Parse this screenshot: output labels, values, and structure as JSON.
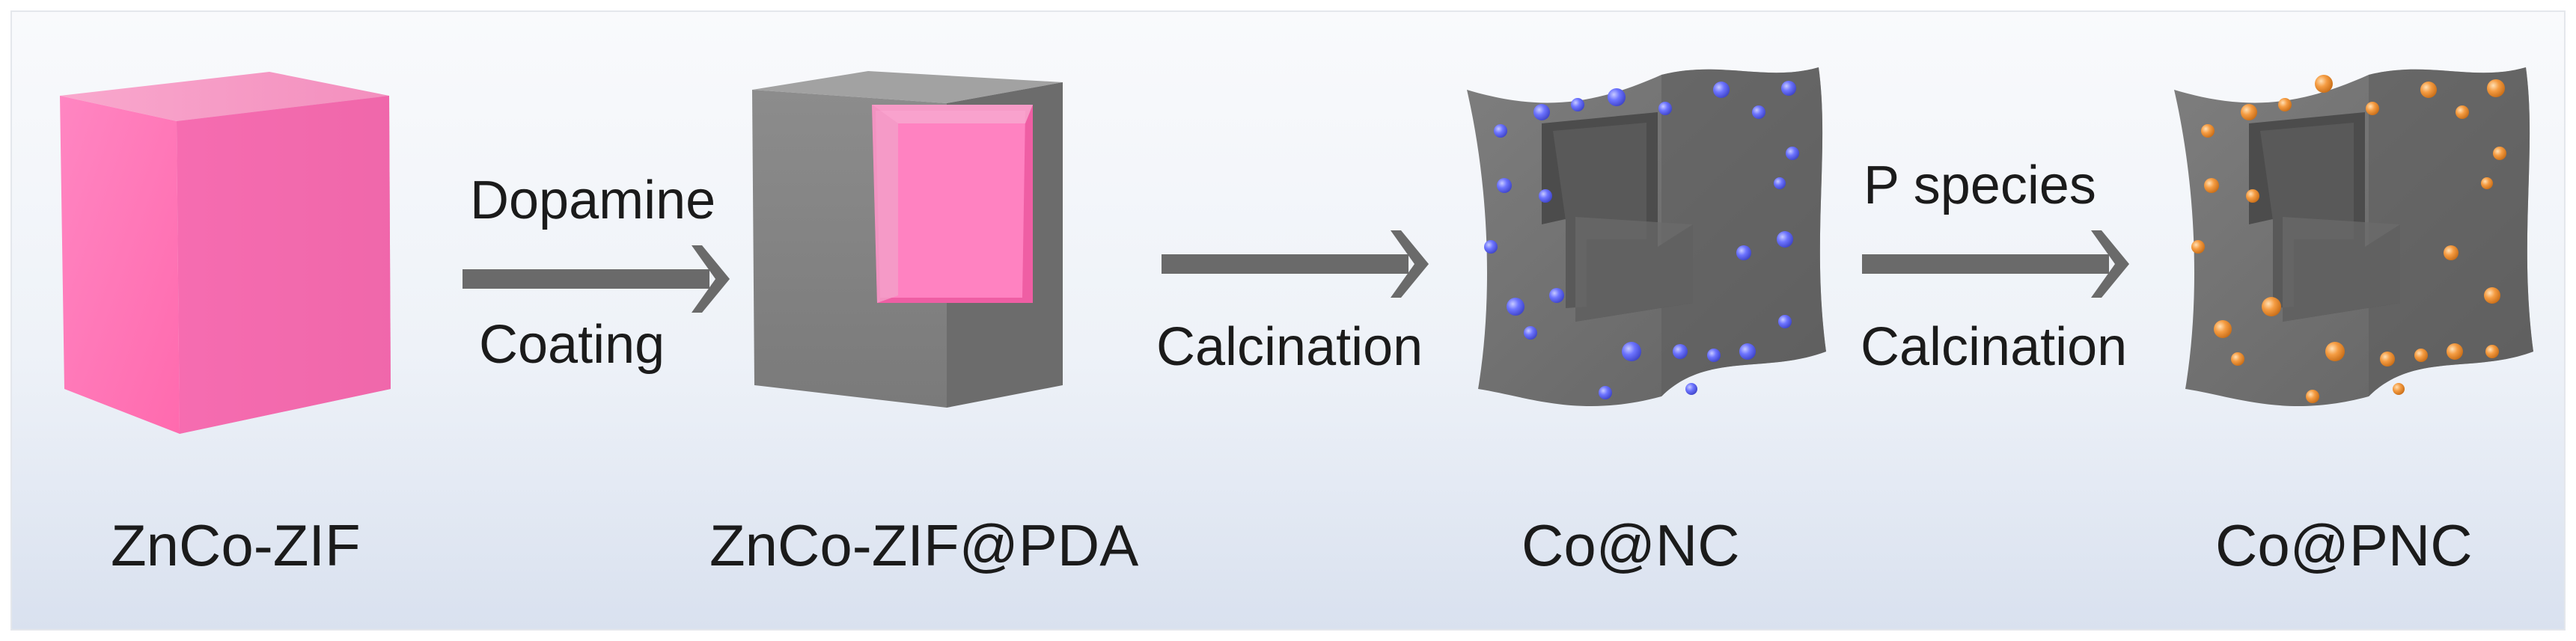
{
  "colors": {
    "zif_pink": "#ff74b8",
    "pda_gray": "#7d7d7d",
    "carbon_gray": "#6f6f6f",
    "co_nanoparticle_blue": "#6a72ff",
    "co_nanoparticle_orange": "#f49a3c",
    "arrow": "#6a6a6a",
    "background_top": "#f9fafc",
    "background_bottom": "#d9e1ef"
  },
  "stages": [
    {
      "id": "zif",
      "name": "ZnCo-ZIF",
      "icon": "pink-cube"
    },
    {
      "id": "zif_pda",
      "name": "ZnCo-ZIF@PDA",
      "icon": "pda-coated-cube"
    },
    {
      "id": "co_nc",
      "name": "Co@NC",
      "icon": "hollow-carbon-frame-blue-dots"
    },
    {
      "id": "co_pnc",
      "name": "Co@PNC",
      "icon": "hollow-carbon-frame-orange-dots"
    }
  ],
  "steps": [
    {
      "top": "Dopamine",
      "bottom": "Coating"
    },
    {
      "top": "",
      "bottom": "Calcination"
    },
    {
      "top": "P species",
      "bottom": "Calcination"
    }
  ]
}
